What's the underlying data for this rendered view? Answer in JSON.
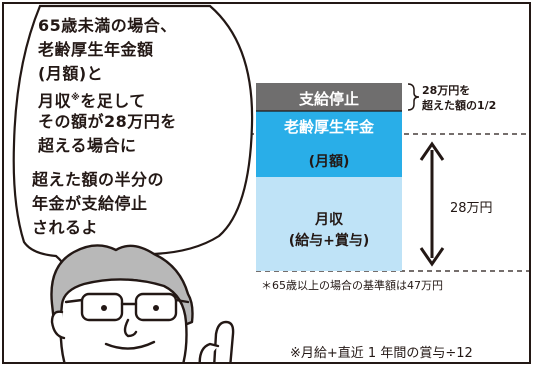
{
  "bubble": {
    "lines": [
      "65歳未満の場合、",
      "老齢厚生年金額",
      "(月額)と",
      "月収",
      "を足して",
      "その額が28万円を",
      "超える場合に",
      "超えた額の半分の",
      "年金が支給停止",
      "されるよ"
    ],
    "mark": "※"
  },
  "diagram": {
    "stop_label": "支給停止",
    "pension_label": "老齢厚生年金",
    "pension_sub": "(月額)",
    "salary_label": "月収",
    "salary_sub": "(給与+賞与)",
    "over_note_1": "28万円を",
    "over_note_2": "超えた額の1/2",
    "threshold_label": "28万円",
    "footnote": "＊65歳以上の場合の基準額は47万円",
    "bottom_note": "※月給+直近 1 年間の賞与÷12"
  },
  "colors": {
    "stop_gray": "#6f6e6e",
    "pension_cyan": "#29aee8",
    "salary_light": "#bfe3f7",
    "ink": "#231815"
  }
}
